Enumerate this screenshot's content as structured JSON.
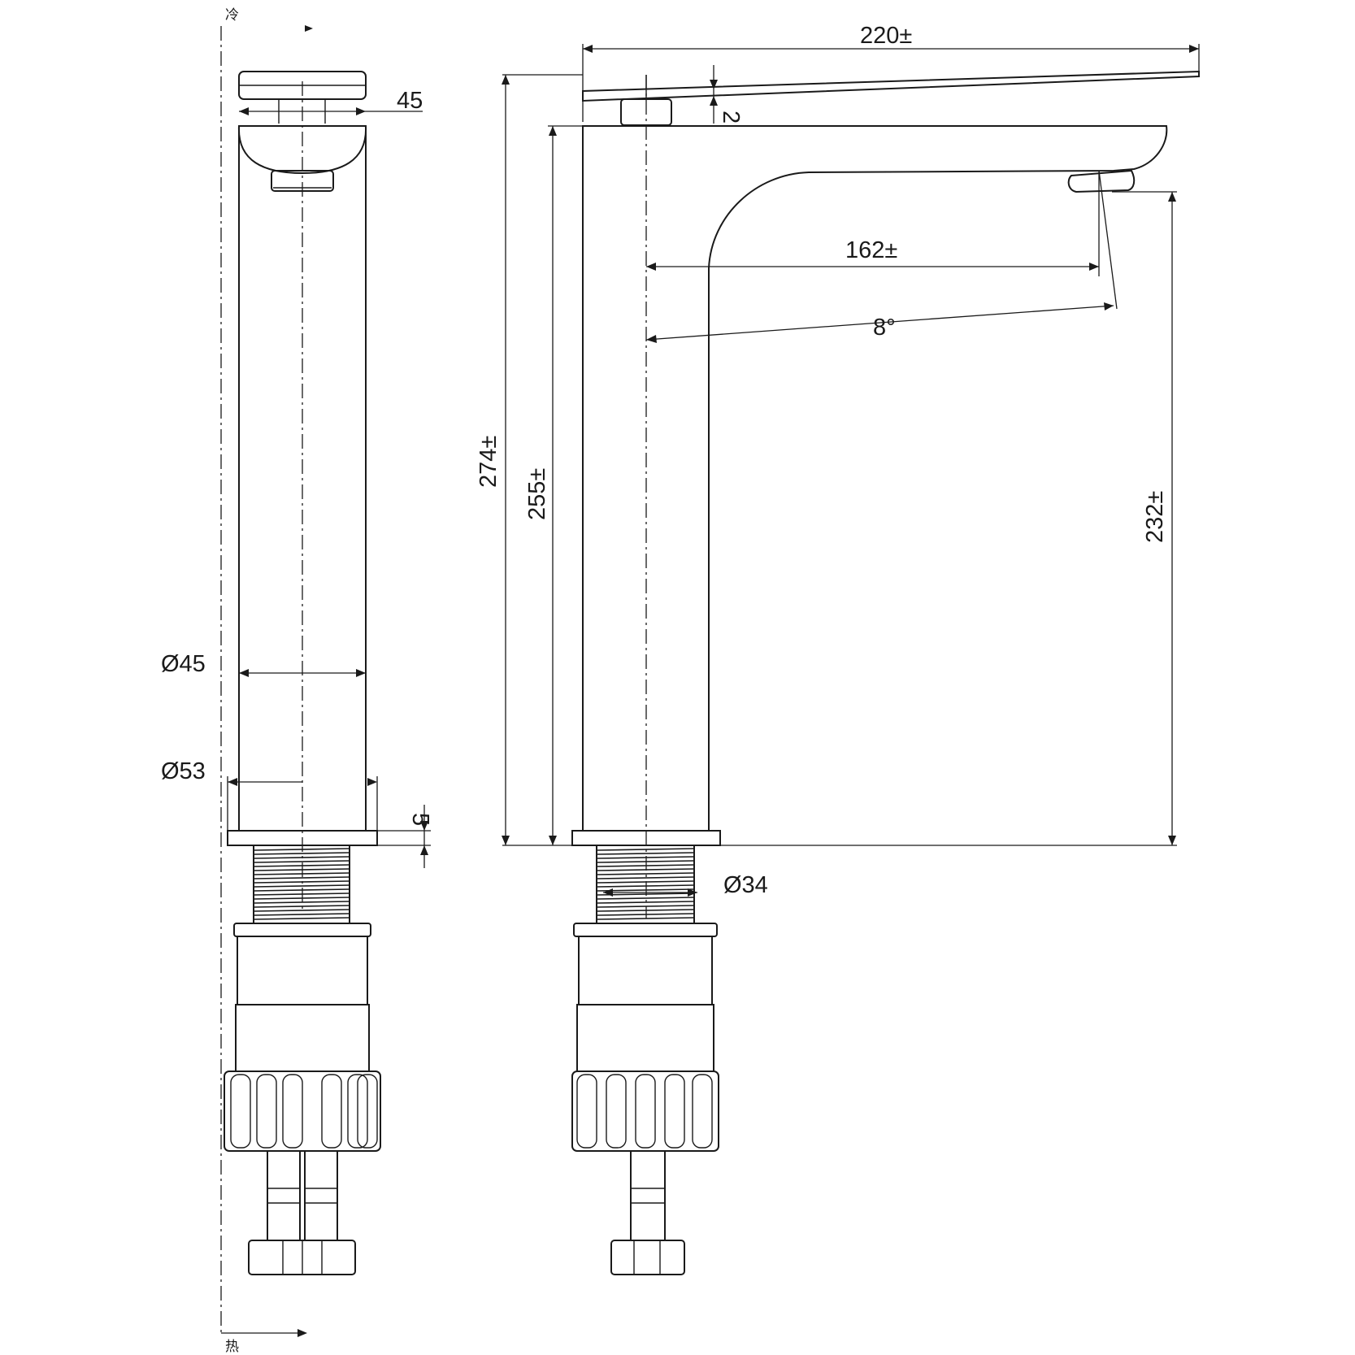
{
  "drawing": {
    "dimensions": {
      "overall_length": "220±",
      "handle_gap": "2",
      "top_width": "45",
      "spout_reach": "162±",
      "spout_angle": "8°",
      "total_height": "274±",
      "body_height": "255±",
      "spout_outlet_height": "232±",
      "body_diameter": "Ø45",
      "base_diameter": "Ø53",
      "base_thickness": "5",
      "thread_diameter": "Ø34"
    },
    "side_marks": {
      "top": "冷",
      "bottom": "热"
    }
  }
}
